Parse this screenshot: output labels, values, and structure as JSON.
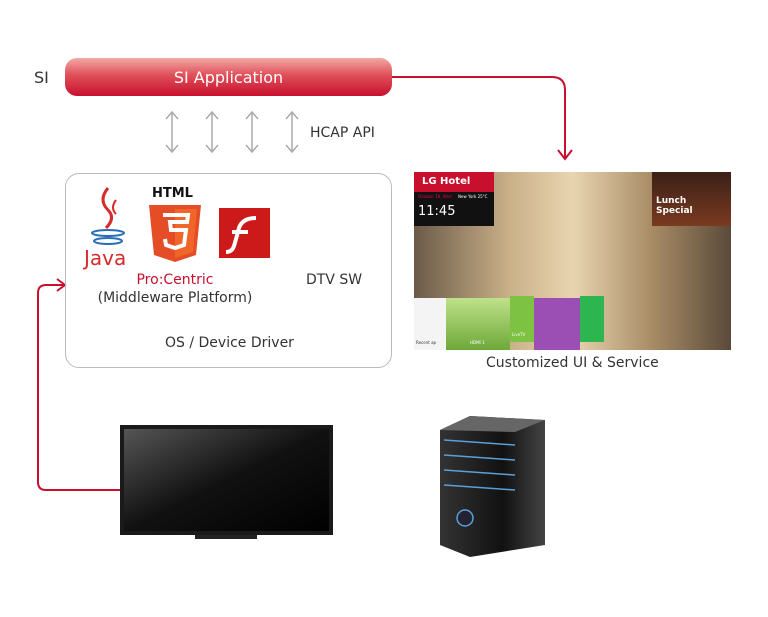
{
  "si_label": "SI",
  "si_application": "SI Application",
  "api_label": "HCAP API",
  "middleware": {
    "java_label": "Java",
    "html_label": "HTML",
    "platform_name": "Pro:Centric",
    "platform_desc": "(Middleware Platform)",
    "dtv_sw": "DTV SW",
    "os_driver": "OS / Device Driver"
  },
  "screen": {
    "brand": "LG Hotel",
    "date": "October 18, Wed",
    "weather": "New York 25°C",
    "time": "11:45",
    "promo": "Lunch Special",
    "tiles": [
      "Recent ap",
      "HDMI 1",
      "LiveTV"
    ],
    "caption": "Customized UI & Service"
  },
  "colors": {
    "accent": "#c8102e",
    "arrow_gray": "#aaaaaa",
    "html5": "#e44d26",
    "flash": "#cc1a1a",
    "green": "#7dc242",
    "purple": "#9b4fb5"
  }
}
